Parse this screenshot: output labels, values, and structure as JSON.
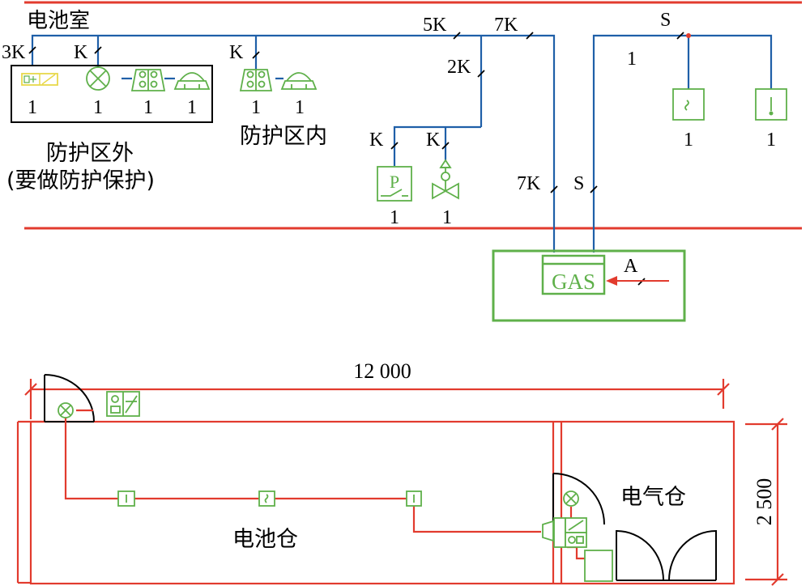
{
  "colors": {
    "boundary": "#e23b2e",
    "wire_blue": "#1f5fa8",
    "device_green": "#5fb04a",
    "yellow_device": "#e8d84a",
    "outline": "#000000"
  },
  "schematic": {
    "room_title": "电池室",
    "left_group": {
      "label_line1": "防护区外",
      "label_line2": "(要做防护保护)",
      "wire_labels": [
        "3K",
        "K"
      ],
      "counts": [
        "1",
        "1",
        "1",
        "1"
      ],
      "icons": [
        "manual-release-icon",
        "lamp-icon",
        "sound-light-alarm-icon",
        "horn-icon"
      ]
    },
    "middle_group": {
      "label": "防护区内",
      "wire_label": "K",
      "counts": [
        "1",
        "1"
      ],
      "icons": [
        "sound-light-alarm-icon",
        "horn-icon"
      ]
    },
    "right_group": {
      "wire_labels": [
        "5K",
        "7K",
        "2K",
        "K",
        "K"
      ],
      "pressure_switch_symbol": "P",
      "counts": [
        "1",
        "1"
      ],
      "icons": [
        "pressure-switch-icon",
        "solenoid-valve-icon"
      ]
    },
    "vertical_labels": [
      "7K",
      "S"
    ],
    "detector_group": {
      "wire_label": "S",
      "bus_count": "1",
      "counts": [
        "1",
        "1"
      ],
      "icons": [
        "smoke-detector-icon",
        "heat-detector-icon"
      ]
    },
    "controller": {
      "label": "GAS",
      "input_label": "A"
    }
  },
  "floor_plan": {
    "width_dimension": "12 000",
    "height_dimension": "2 500",
    "battery_compartment": "电池仓",
    "electrical_compartment": "电气仓"
  }
}
